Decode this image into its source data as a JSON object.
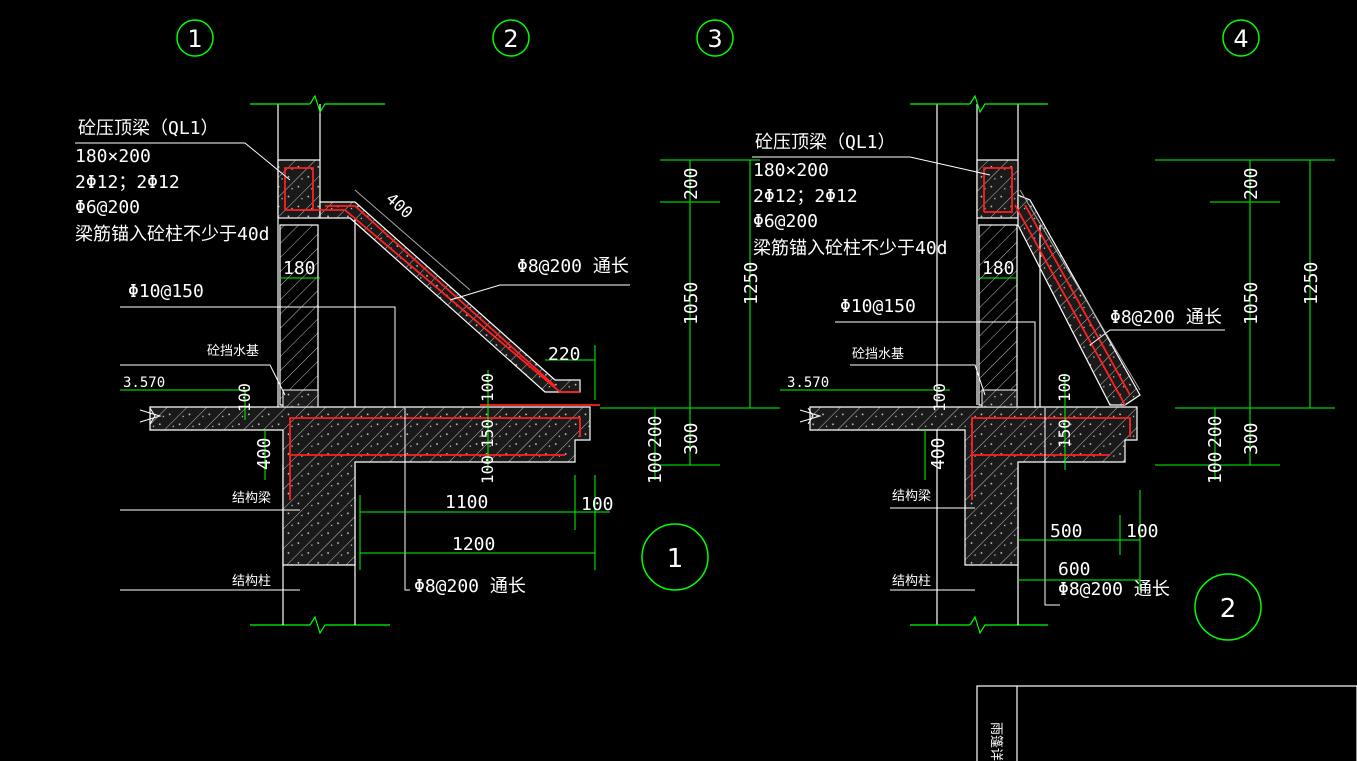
{
  "axes": [
    "1",
    "2",
    "3",
    "4"
  ],
  "detail_left": {
    "note_beam": "砼压顶梁（QL1）",
    "note_size": "180×200",
    "note_rebar": "2Φ12；2Φ12",
    "note_stirrup": "Φ6@200",
    "note_anchor": "梁筋锚入砼柱不少于40d",
    "wall_thk": "180",
    "slope_len": "400",
    "slope_bar": "Φ8@200 通长",
    "slab_bar": "Φ10@150",
    "curb_label": "砼挡水基",
    "elevation": "3.570",
    "dim_220": "220",
    "dim_100a": "100",
    "dim_100b": "100",
    "dim_150": "150",
    "dim_100c": "100",
    "dim_400": "400",
    "dim_1100": "1100",
    "dim_100d": "100",
    "dim_1200": "1200",
    "bottom_bar": "Φ8@200 通长",
    "beam_label": "结构梁",
    "column_label": "结构柱",
    "v_200": "200",
    "v_1050": "1050",
    "v_1250": "1250",
    "v_200b": "200",
    "v_300": "300",
    "v_100": "100",
    "circle_no": "1"
  },
  "detail_right": {
    "note_beam": "砼压顶梁（QL1）",
    "note_size": "180×200",
    "note_rebar": "2Φ12；2Φ12",
    "note_stirrup": "Φ6@200",
    "note_anchor": "梁筋锚入砼柱不少于40d",
    "wall_thk": "180",
    "slope_bar": "Φ8@200 通长",
    "slab_bar": "Φ10@150",
    "curb_label": "砼挡水基",
    "elevation": "3.570",
    "dim_100a": "100",
    "dim_100b": "100",
    "dim_150": "150",
    "dim_400": "400",
    "dim_500": "500",
    "dim_100d": "100",
    "dim_600": "600",
    "bottom_bar": "Φ8@200 通长",
    "beam_label": "结构梁",
    "column_label": "结构柱",
    "v_200": "200",
    "v_1050": "1050",
    "v_1250": "1250",
    "v_200b": "200",
    "v_300": "300",
    "v_100": "100",
    "circle_no": "2"
  },
  "title_block": {
    "text": "雨篷详图"
  },
  "colors": {
    "background": "#000000",
    "dimension": "#00ff00",
    "outline": "#ffffff",
    "rebar": "#ff2020",
    "hatch": "#c0c0c0"
  }
}
